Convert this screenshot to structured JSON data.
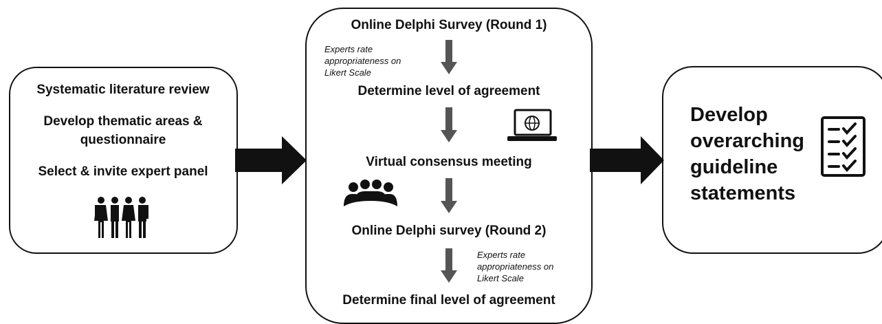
{
  "left_box": {
    "line1": "Systematic literature review",
    "line2a": "Develop thematic areas &",
    "line2b": "questionnaire",
    "line3": "Select & invite expert panel",
    "icon": "people-group-icon"
  },
  "middle_box": {
    "step1": "Online Delphi Survey (Round 1)",
    "note1": [
      "Experts rate",
      "appropriateness on",
      "Likert Scale"
    ],
    "step2": "Determine level of agreement",
    "step3": "Virtual consensus meeting",
    "step4": "Online Delphi survey (Round 2)",
    "note2": [
      "Experts rate",
      "appropriateness on",
      "Likert Scale"
    ],
    "step5": "Determine final level of agreement",
    "icons": [
      "laptop-globe-icon",
      "meeting-group-icon"
    ]
  },
  "right_box": {
    "lines": [
      "Develop",
      "overarching",
      "guideline",
      "statements"
    ],
    "icon": "checklist-icon"
  },
  "colors": {
    "arrow_big": "#111111",
    "arrow_small": "#555555",
    "border": "#111111"
  }
}
